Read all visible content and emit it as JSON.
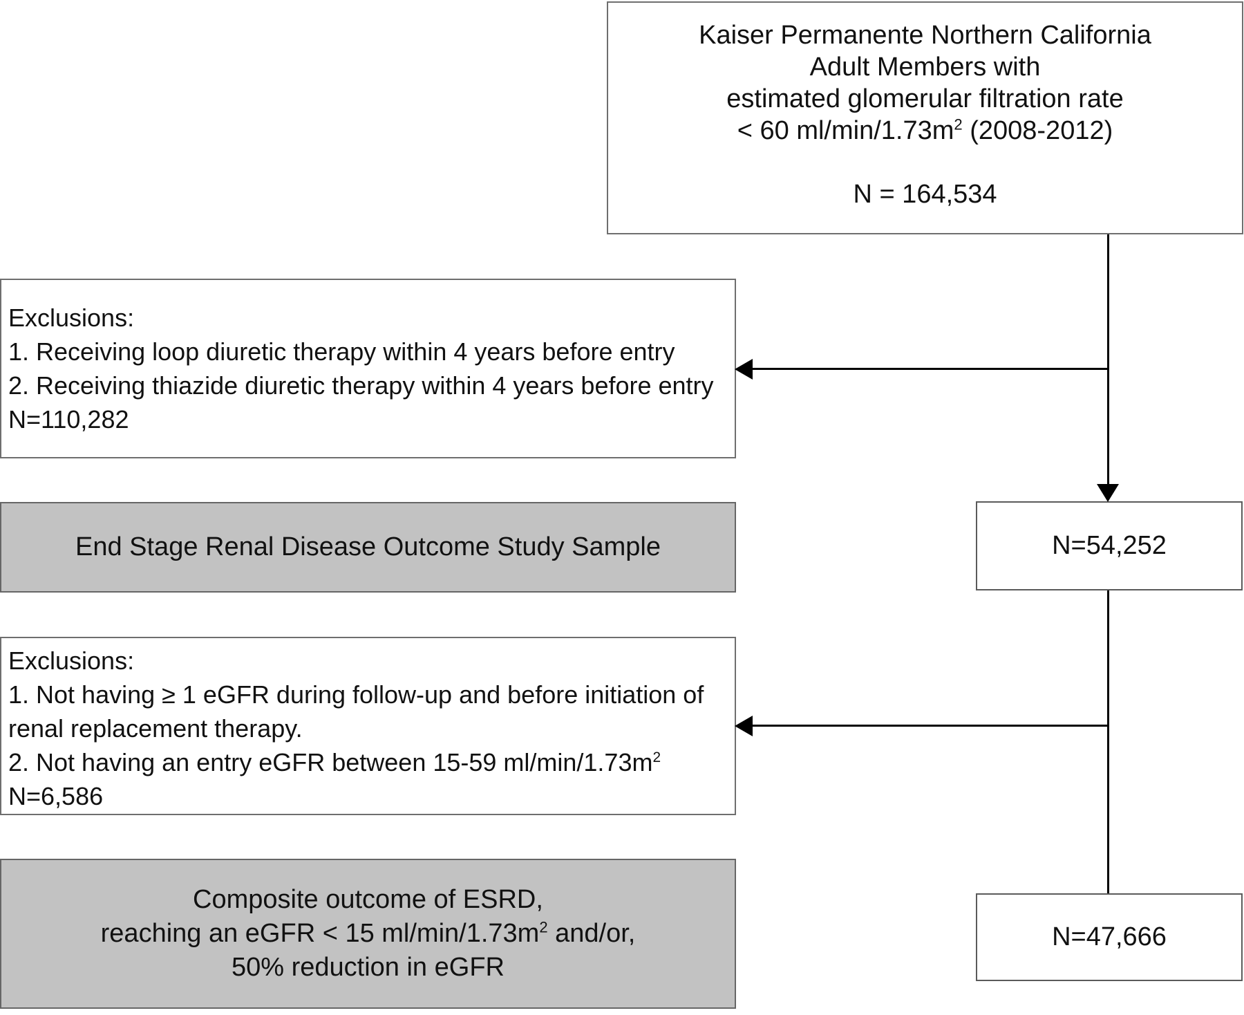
{
  "colors": {
    "box_fill_gray": "#c2c2c2",
    "border_gray": "#6e6e6e",
    "arrow_black": "#000000"
  },
  "top_box": {
    "line1": "Kaiser Permanente Northern California",
    "line2": "Adult Members with",
    "line3": "estimated glomerular filtration rate",
    "line4_pre": "< 60 ml/min/1.73m",
    "line4_sup": "2",
    "line4_post": " (2008-2012)",
    "n_label": "N = 164,534"
  },
  "exclusion_box_1": {
    "line1": "Exclusions:",
    "line2": "1. Receiving loop diuretic therapy within 4 years before entry",
    "line3": "2. Receiving thiazide diuretic therapy within 4 years before entry",
    "line4": "N=110,282"
  },
  "gray_box_1": {
    "label": "End Stage Renal Disease Outcome Study Sample"
  },
  "exclusion_box_2": {
    "line1": "Exclusions:",
    "line2": "1. Not having ≥ 1 eGFR during follow-up and before initiation of",
    "line3": "renal replacement therapy.",
    "line4_pre": "2. Not having an entry eGFR between 15-59 ml/min/1.73m",
    "line4_sup": "2",
    "line5": "N=6,586"
  },
  "gray_box_2": {
    "line1": "Composite outcome of ESRD,",
    "line2_pre": "reaching an eGFR < 15 ml/min/1.73m",
    "line2_sup": "2",
    "line2_post": " and/or,",
    "line3": "50% reduction in eGFR"
  },
  "n_box_1": {
    "label": "N=54,252"
  },
  "n_box_2": {
    "label": "N=47,666"
  }
}
